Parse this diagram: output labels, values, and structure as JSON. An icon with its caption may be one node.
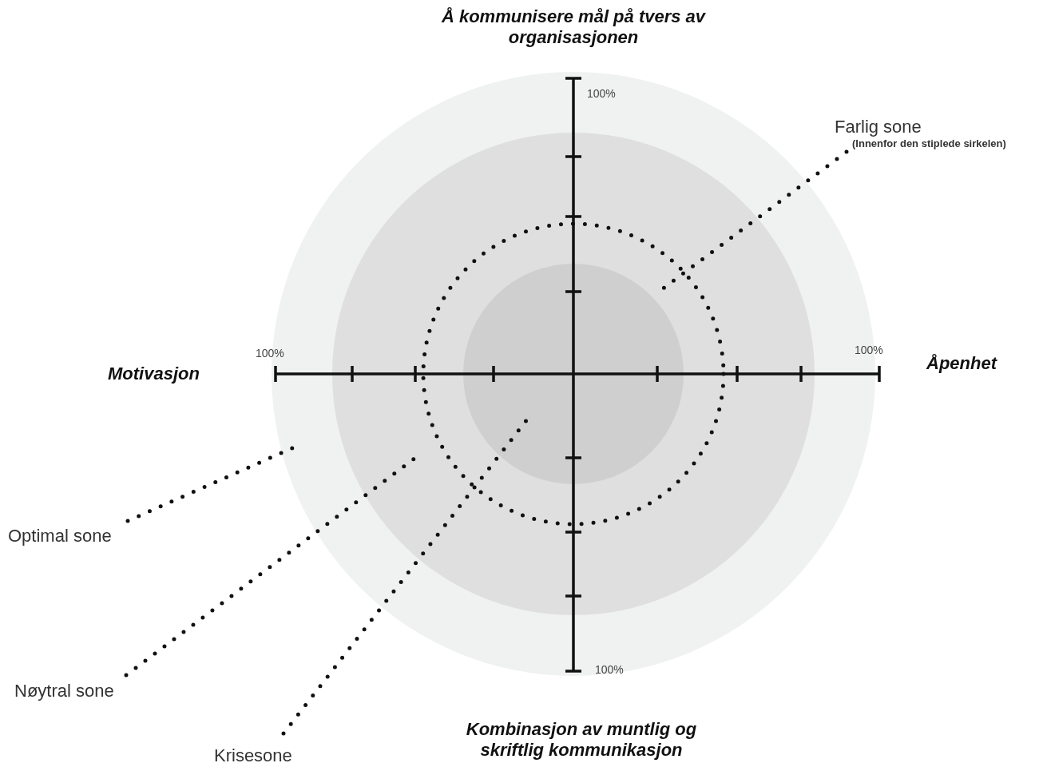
{
  "diagram": {
    "nodes": [
      {
        "text": [],
        "shape": "circle"
      },
      {
        "text": [],
        "shape": "circle",
        "in": 0
      },
      {
        "text": [],
        "shape": "circle",
        "in": 1
      },
      {
        "text": [],
        "shape": "circle",
        "in": 2
      },
      {
        "text": [
          "Optimal sone"
        ]
      },
      {
        "text": [
          "Nøytral sone"
        ]
      },
      {
        "text": [
          "Krisesone"
        ]
      },
      {
        "text": [
          "Farlig sone",
          "(Innenfor den stiplede sirkelen)"
        ]
      }
    ],
    "edges": [
      {
        "from": 4,
        "to": 0,
        "arrow": "none"
      },
      {
        "from": 5,
        "to": 1,
        "arrow": "none"
      },
      {
        "from": 6,
        "to": 3,
        "arrow": "none"
      },
      {
        "from": 7,
        "to": 2,
        "arrow": "none"
      }
    ],
    "labels": [
      "Å kommunisere mål på tvers av organisasjonen",
      "100%",
      "100%",
      "Motivasjon",
      "100%",
      "Åpenhet",
      "100%",
      "Kombinasjon av muntlig og skriftlig kommunikasjon"
    ]
  }
}
